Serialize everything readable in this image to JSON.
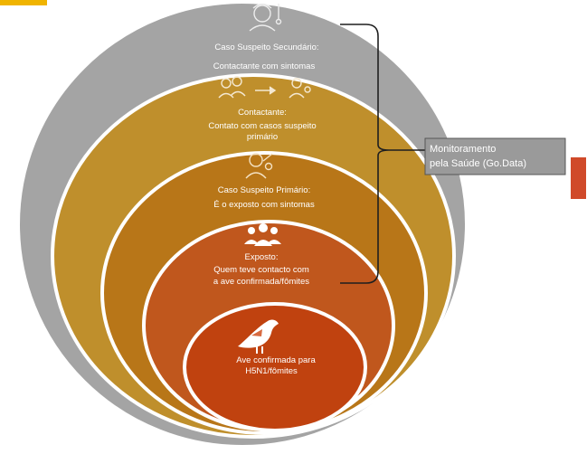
{
  "colors": {
    "outer_ring": "#a4a4a4",
    "ring_2": "#bf8f2c",
    "ring_3": "#b87618",
    "ring_4": "#c0571d",
    "core": "#c0420f",
    "ring_stroke": "#ffffff",
    "bracket": "#1f1f1f",
    "box_fill": "#9a9a9a",
    "box_stroke": "#555555",
    "accent_bar": "#d04a2a",
    "corner_mark": "#f0b400"
  },
  "layers": [
    {
      "id": "secondary_suspect",
      "icon": "person-thermometer-icon",
      "title": "Caso Suspeito Secundário:",
      "description": "Contactante com sintomas"
    },
    {
      "id": "contact",
      "icon": "contact-transmission-icon",
      "title": "Contactante:",
      "description_line1": "Contato com casos suspeito",
      "description_line2": "primário"
    },
    {
      "id": "primary_suspect",
      "icon": "sick-person-icon",
      "title": "Caso Suspeito Primário:",
      "description": "É o exposto com sintomas"
    },
    {
      "id": "exposed",
      "icon": "group-people-icon",
      "title": "Exposto:",
      "description_line1": "Quem teve contacto com",
      "description_line2": "a ave confirmada/fômites"
    },
    {
      "id": "core",
      "icon": "bird-icon",
      "line1": "Ave  confirmada para",
      "line2": "H5N1/fômites"
    }
  ],
  "monitoring_box": {
    "line1": "Monitoramento",
    "line2": "pela Saúde  (Go.Data)"
  }
}
